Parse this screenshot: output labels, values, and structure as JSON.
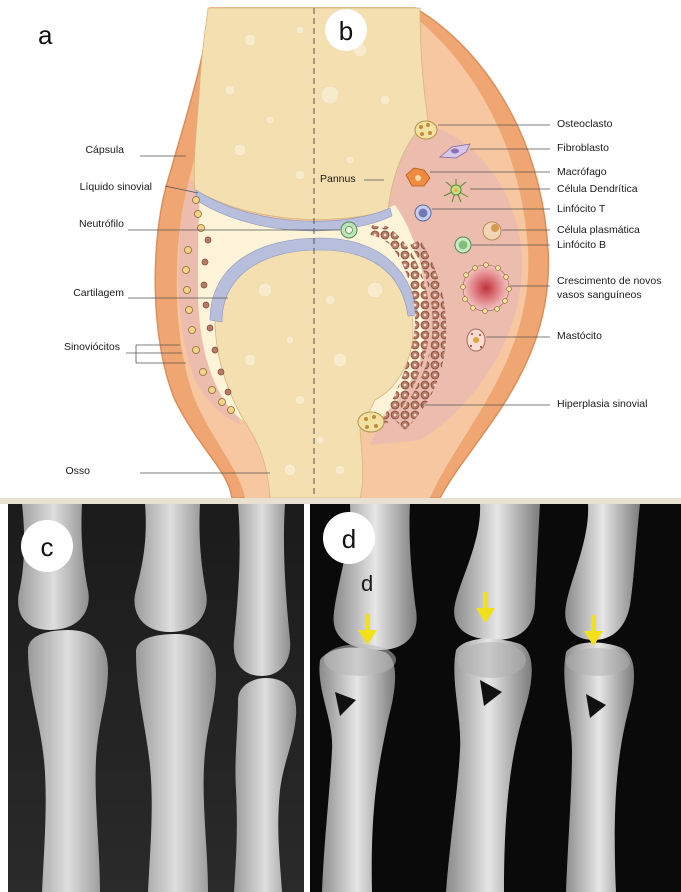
{
  "panels": {
    "a": "a",
    "b": "b",
    "c": "c",
    "d": "d",
    "d_overlay": "d"
  },
  "left_labels": {
    "capsula": "Cápsula",
    "liquido_sinovial": "Líquido sinovial",
    "neutrofilo": "Neutrófilo",
    "cartilagem": "Cartilagem",
    "sinoviocitos": "Sinoviócitos",
    "osso": "Osso"
  },
  "center_labels": {
    "pannus": "Pannus"
  },
  "right_labels": {
    "osteoclasto": "Osteoclasto",
    "fibroblasto": "Fibroblasto",
    "macrofago": "Macrófago",
    "celula_dendritica": "Célula Dendrítica",
    "linfocito_t": "Linfócito T",
    "celula_plasmatica": "Célula plasmática",
    "linfocito_b": "Linfócito B",
    "crescimento_line1": "Crescimento de novos",
    "crescimento_line2": "vasos sanguíneos",
    "mastocito": "Mastócito",
    "hiperplasia": "Hiperplasia sinovial"
  },
  "colors": {
    "capsule": "#f0a672",
    "capsule_inner": "#f6c7a0",
    "bone": "#f3dfb0",
    "bone_spot": "#f8ebcc",
    "cartilage": "#b7bfdc",
    "synovial_fluid": "#fdf3d8",
    "inflamed_synovium": "#ecbcae",
    "vessel": "#c0303a",
    "arrow_yellow": "#f2e11a",
    "arrowhead_black": "#111111"
  }
}
